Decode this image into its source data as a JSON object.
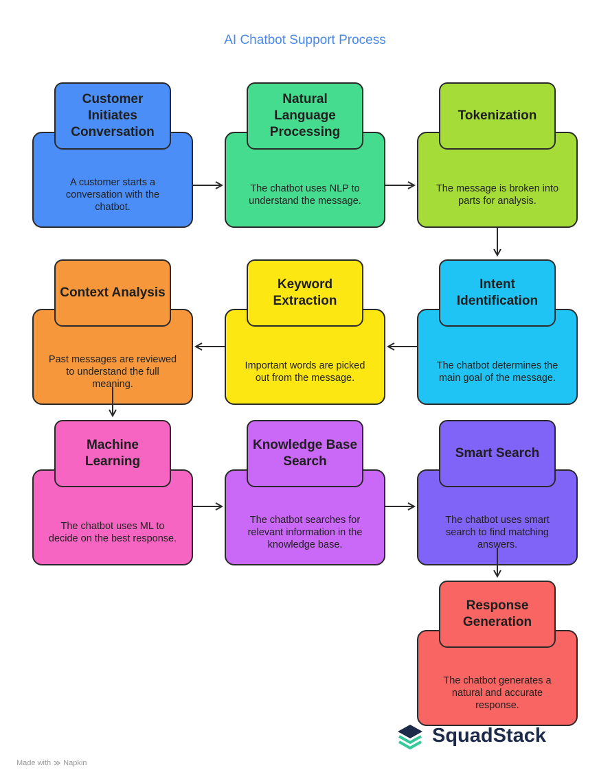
{
  "title": "AI Chatbot Support Process",
  "steps": [
    {
      "title": "Customer Initiates Conversation",
      "text": "A customer starts a conversation with the chatbot.",
      "color": "#4b8ef7"
    },
    {
      "title": "Natural Language Processing",
      "text": "The chatbot uses NLP to understand the message.",
      "color": "#45dc8f"
    },
    {
      "title": "Tokenization",
      "text": "The message is broken into parts for analysis.",
      "color": "#a6dc37"
    },
    {
      "title": "Intent Identification",
      "text": "The chatbot determines the main goal of the message.",
      "color": "#1fc4f5"
    },
    {
      "title": "Keyword Extraction",
      "text": "Important words are picked out from the message.",
      "color": "#fde712"
    },
    {
      "title": "Context Analysis",
      "text": "Past messages are reviewed to understand the full meaning.",
      "color": "#f5973a"
    },
    {
      "title": "Machine Learning",
      "text": "The chatbot uses ML to decide on the best response.",
      "color": "#f565c1"
    },
    {
      "title": "Knowledge Base Search",
      "text": "The chatbot searches for relevant information in the knowledge base.",
      "color": "#ca68f7"
    },
    {
      "title": "Smart Search",
      "text": "The chatbot uses smart search to find matching answers.",
      "color": "#8063f7"
    },
    {
      "title": "Response Generation",
      "text": "The chatbot generates a natural and accurate response.",
      "color": "#f86562"
    }
  ],
  "logo": {
    "text": "SquadStack"
  },
  "footer": {
    "made_with": "Made with",
    "brand": "Napkin"
  }
}
